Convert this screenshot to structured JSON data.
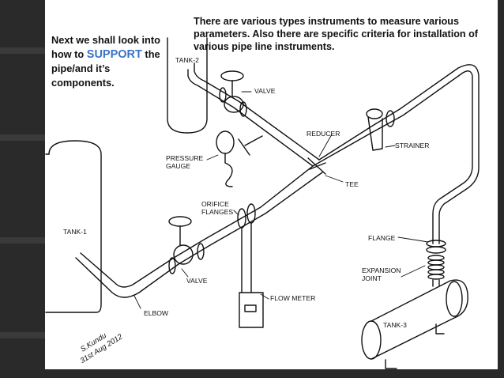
{
  "slide": {
    "top_text": "There are various types instruments to measure various parameters. Also there are specific criteria for installation of various pipe line instruments.",
    "side_text": {
      "before": "Next we shall look into how to ",
      "highlight": "SUPPORT",
      "after": " the pipe/and it’s components."
    }
  },
  "diagram": {
    "labels": {
      "tank2": "TANK-2",
      "tank1": "TANK-1",
      "tank3": "TANK-3",
      "valve_upper": "VALVE",
      "valve_lower": "VALVE",
      "reducer": "REDUCER",
      "strainer": "STRAINER",
      "pressure": "PRESSURE",
      "gauge": "GAUGE",
      "tee": "TEE",
      "orifice": "ORIFICE",
      "flanges": "FLANGES",
      "flange": "FLANGE",
      "expansion": "EXPANSION",
      "joint": "JOINT",
      "flow_meter": "FLOW METER",
      "elbow": "ELBOW"
    },
    "signature_lines": [
      "S.Kundu",
      "31st Aug 2012"
    ]
  },
  "colors": {
    "highlight": "#3a73c7",
    "frame": "#2a2a2a",
    "ink": "#111111"
  }
}
